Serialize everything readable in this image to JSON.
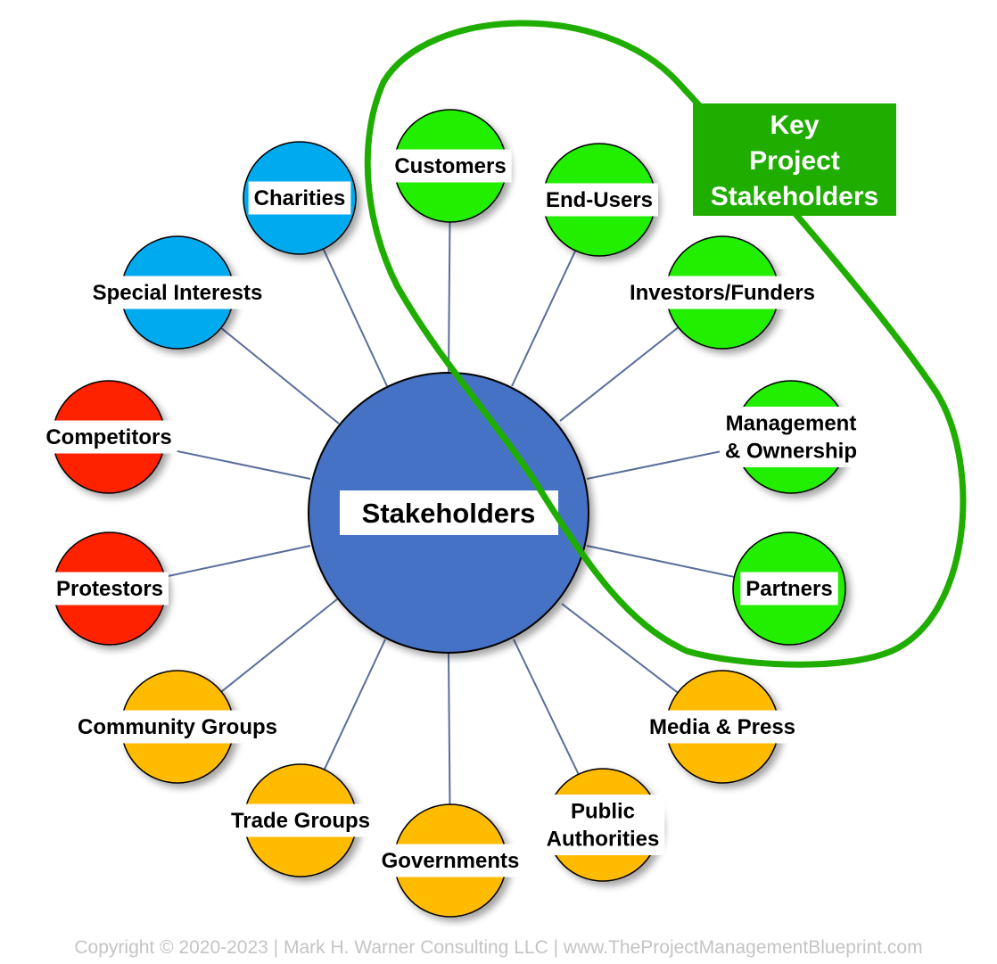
{
  "center": {
    "label": "Stakeholders",
    "color": "#4472c4"
  },
  "key_box": {
    "lines": [
      "Key",
      "Project",
      "Stakeholders"
    ],
    "color": "#1fad00"
  },
  "palette": {
    "green": "#22ee00",
    "blue": "#00aaee",
    "red": "#ff2200",
    "orange": "#ffbb00",
    "connector": "#5a6e9a",
    "outline": "#1fad00"
  },
  "nodes": [
    {
      "id": "customers",
      "lines": [
        "Customers"
      ],
      "color": "green"
    },
    {
      "id": "end-users",
      "lines": [
        "End-Users"
      ],
      "color": "green"
    },
    {
      "id": "investors-funders",
      "lines": [
        "Investors/Funders"
      ],
      "color": "green"
    },
    {
      "id": "management-ownership",
      "lines": [
        "Management",
        "& Ownership"
      ],
      "color": "green"
    },
    {
      "id": "partners",
      "lines": [
        "Partners"
      ],
      "color": "green"
    },
    {
      "id": "media-press",
      "lines": [
        "Media & Press"
      ],
      "color": "orange"
    },
    {
      "id": "public-authorities",
      "lines": [
        "Public",
        "Authorities"
      ],
      "color": "orange"
    },
    {
      "id": "governments",
      "lines": [
        "Governments"
      ],
      "color": "orange"
    },
    {
      "id": "trade-groups",
      "lines": [
        "Trade Groups"
      ],
      "color": "orange"
    },
    {
      "id": "community-groups",
      "lines": [
        "Community Groups"
      ],
      "color": "orange"
    },
    {
      "id": "protestors",
      "lines": [
        "Protestors"
      ],
      "color": "red"
    },
    {
      "id": "competitors",
      "lines": [
        "Competitors"
      ],
      "color": "red"
    },
    {
      "id": "special-interests",
      "lines": [
        "Special Interests"
      ],
      "color": "blue"
    },
    {
      "id": "charities",
      "lines": [
        "Charities"
      ],
      "color": "blue"
    }
  ],
  "footer": {
    "copyright": "Copyright © 2020-2023 | Mark H. Warner Consulting LLC | www.TheProjectManagementBlueprint.com"
  }
}
